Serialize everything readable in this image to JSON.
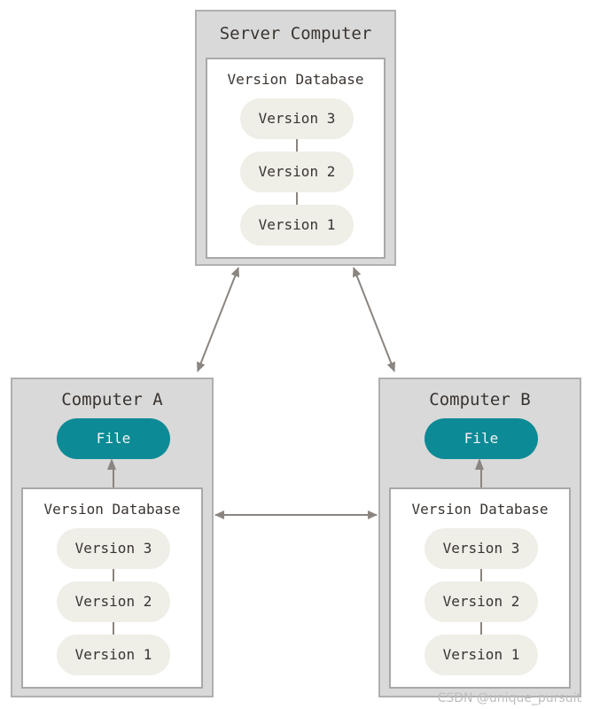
{
  "colors": {
    "outer_box": "#d9d9d9",
    "outer_border": "#b0b0b0",
    "version_pill": "#efeee7",
    "file_pill": "#0c8a96",
    "arrow": "#8a8580",
    "text": "#3a3430"
  },
  "server": {
    "title": "Server Computer",
    "database": {
      "title": "Version Database",
      "versions": [
        "Version 3",
        "Version 2",
        "Version 1"
      ]
    }
  },
  "computer_a": {
    "title": "Computer A",
    "file_label": "File",
    "database": {
      "title": "Version Database",
      "versions": [
        "Version 3",
        "Version 2",
        "Version 1"
      ]
    }
  },
  "computer_b": {
    "title": "Computer B",
    "file_label": "File",
    "database": {
      "title": "Version Database",
      "versions": [
        "Version 3",
        "Version 2",
        "Version 1"
      ]
    }
  },
  "watermark": "CSDN @unique_pursuit"
}
